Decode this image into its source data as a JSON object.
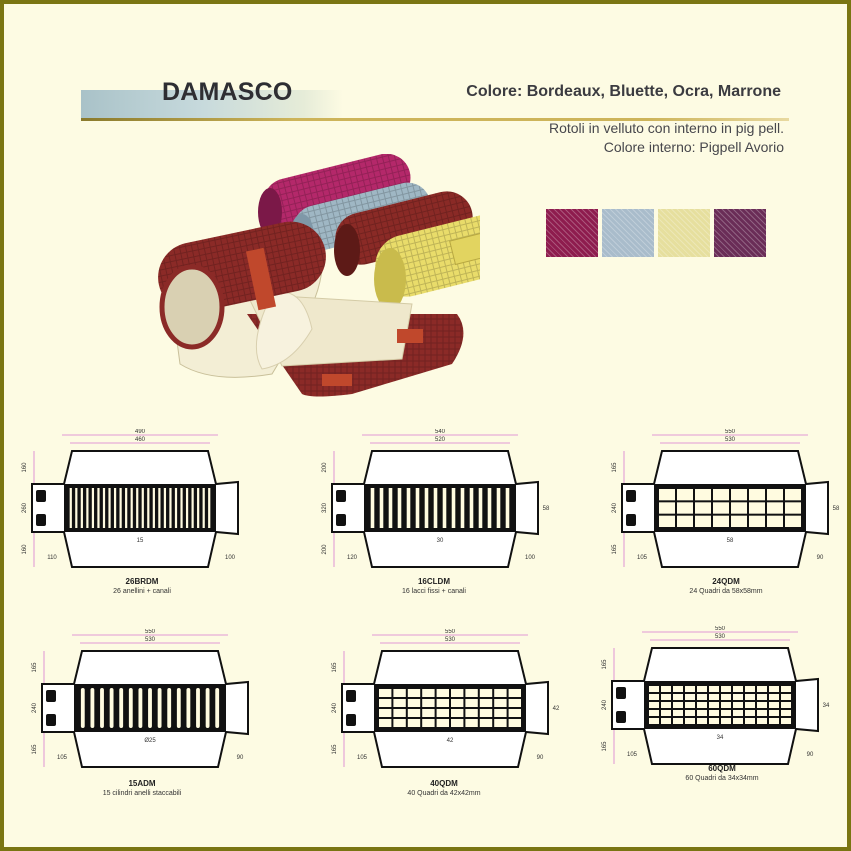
{
  "header": {
    "title": "DAMASCO",
    "colors": "Colore: Bordeaux, Bluette, Ocra, Marrone",
    "desc_line1": "Rotoli in velluto con interno in pig pell.",
    "desc_line2": "Colore interno: Pigpell Avorio"
  },
  "swatches": [
    "#8e1c4e",
    "#a9bccb",
    "#e6df9e",
    "#6a2d57"
  ],
  "products": [
    {
      "code": "26BRDM",
      "desc": "26 anellini + canali",
      "pattern": "bars",
      "count": 26,
      "dims": {
        "outer": "490",
        "inner": "460",
        "h_top": "160",
        "h_mid": "260",
        "h_bot": "160",
        "left": "110",
        "right": "100",
        "cell": "15"
      }
    },
    {
      "code": "16CLDM",
      "desc": "16 lacci fissi + canali",
      "pattern": "laces",
      "count": 16,
      "dims": {
        "outer": "540",
        "inner": "520",
        "h_top": "200",
        "h_mid": "320",
        "h_bot": "200",
        "left": "120",
        "right": "100",
        "cell": "30",
        "side": "58"
      }
    },
    {
      "code": "24QDM",
      "desc": "24 Quadri da 58x58mm",
      "pattern": "grid",
      "cols": 8,
      "rows": 3,
      "dims": {
        "outer": "550",
        "inner": "530",
        "h_top": "165",
        "h_mid": "240",
        "h_bot": "165",
        "left": "105",
        "right": "90",
        "cell": "58",
        "side": "58"
      }
    },
    {
      "code": "15ADM",
      "desc": "15 cilindri anelli staccabili",
      "pattern": "cyl",
      "count": 15,
      "dims": {
        "outer": "550",
        "inner": "530",
        "h_top": "165",
        "h_mid": "240",
        "h_bot": "165",
        "left": "105",
        "right": "90",
        "cell": "Ø25"
      }
    },
    {
      "code": "40QDM",
      "desc": "40 Quadri da 42x42mm",
      "pattern": "grid",
      "cols": 10,
      "rows": 4,
      "dims": {
        "outer": "550",
        "inner": "530",
        "h_top": "165",
        "h_mid": "240",
        "h_bot": "165",
        "left": "105",
        "right": "90",
        "cell": "42",
        "side": "42"
      }
    },
    {
      "code": "60QDM",
      "desc": "60 Quadri da 34x34mm",
      "pattern": "grid",
      "cols": 12,
      "rows": 5,
      "dims": {
        "outer": "550",
        "inner": "530",
        "h_top": "165",
        "h_mid": "240",
        "h_bot": "165",
        "left": "105",
        "right": "90",
        "cell": "34",
        "side": "34"
      }
    }
  ]
}
